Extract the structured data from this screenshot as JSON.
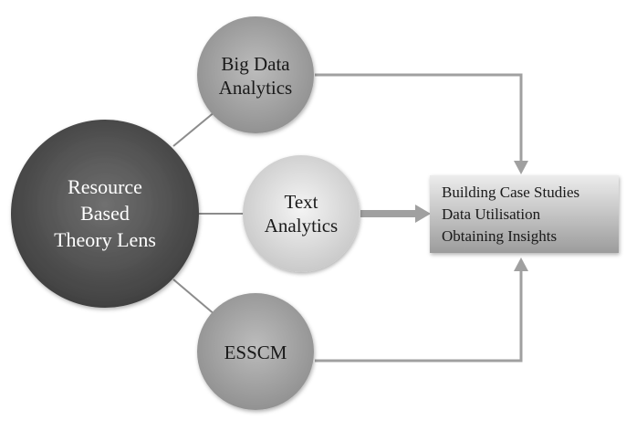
{
  "diagram": {
    "root": {
      "lines": [
        "Resource",
        "Based",
        "Theory Lens"
      ]
    },
    "nodes": [
      {
        "id": "big-data",
        "lines": [
          "Big Data",
          "Analytics"
        ]
      },
      {
        "id": "text",
        "lines": [
          "Text",
          "Analytics"
        ]
      },
      {
        "id": "esscm",
        "lines": [
          "ESSCM"
        ]
      }
    ],
    "result": {
      "lines": [
        "Building Case Studies",
        "Data Utilisation",
        "Obtaining Insights"
      ]
    },
    "colors": {
      "root_fill_center": "#6e6e6e",
      "root_fill_edge": "#3a3a3a",
      "node_fill_center": "#bdbdbd",
      "node_fill_edge": "#8a8a8a",
      "text_node_fill_center": "#f2f2f2",
      "text_node_fill_edge": "#c8c8c8",
      "connector": "#8c8c8c",
      "arrow": "#a0a0a0",
      "result_fill_top": "#e8e8e8",
      "result_fill_bottom": "#9a9a9a"
    }
  }
}
